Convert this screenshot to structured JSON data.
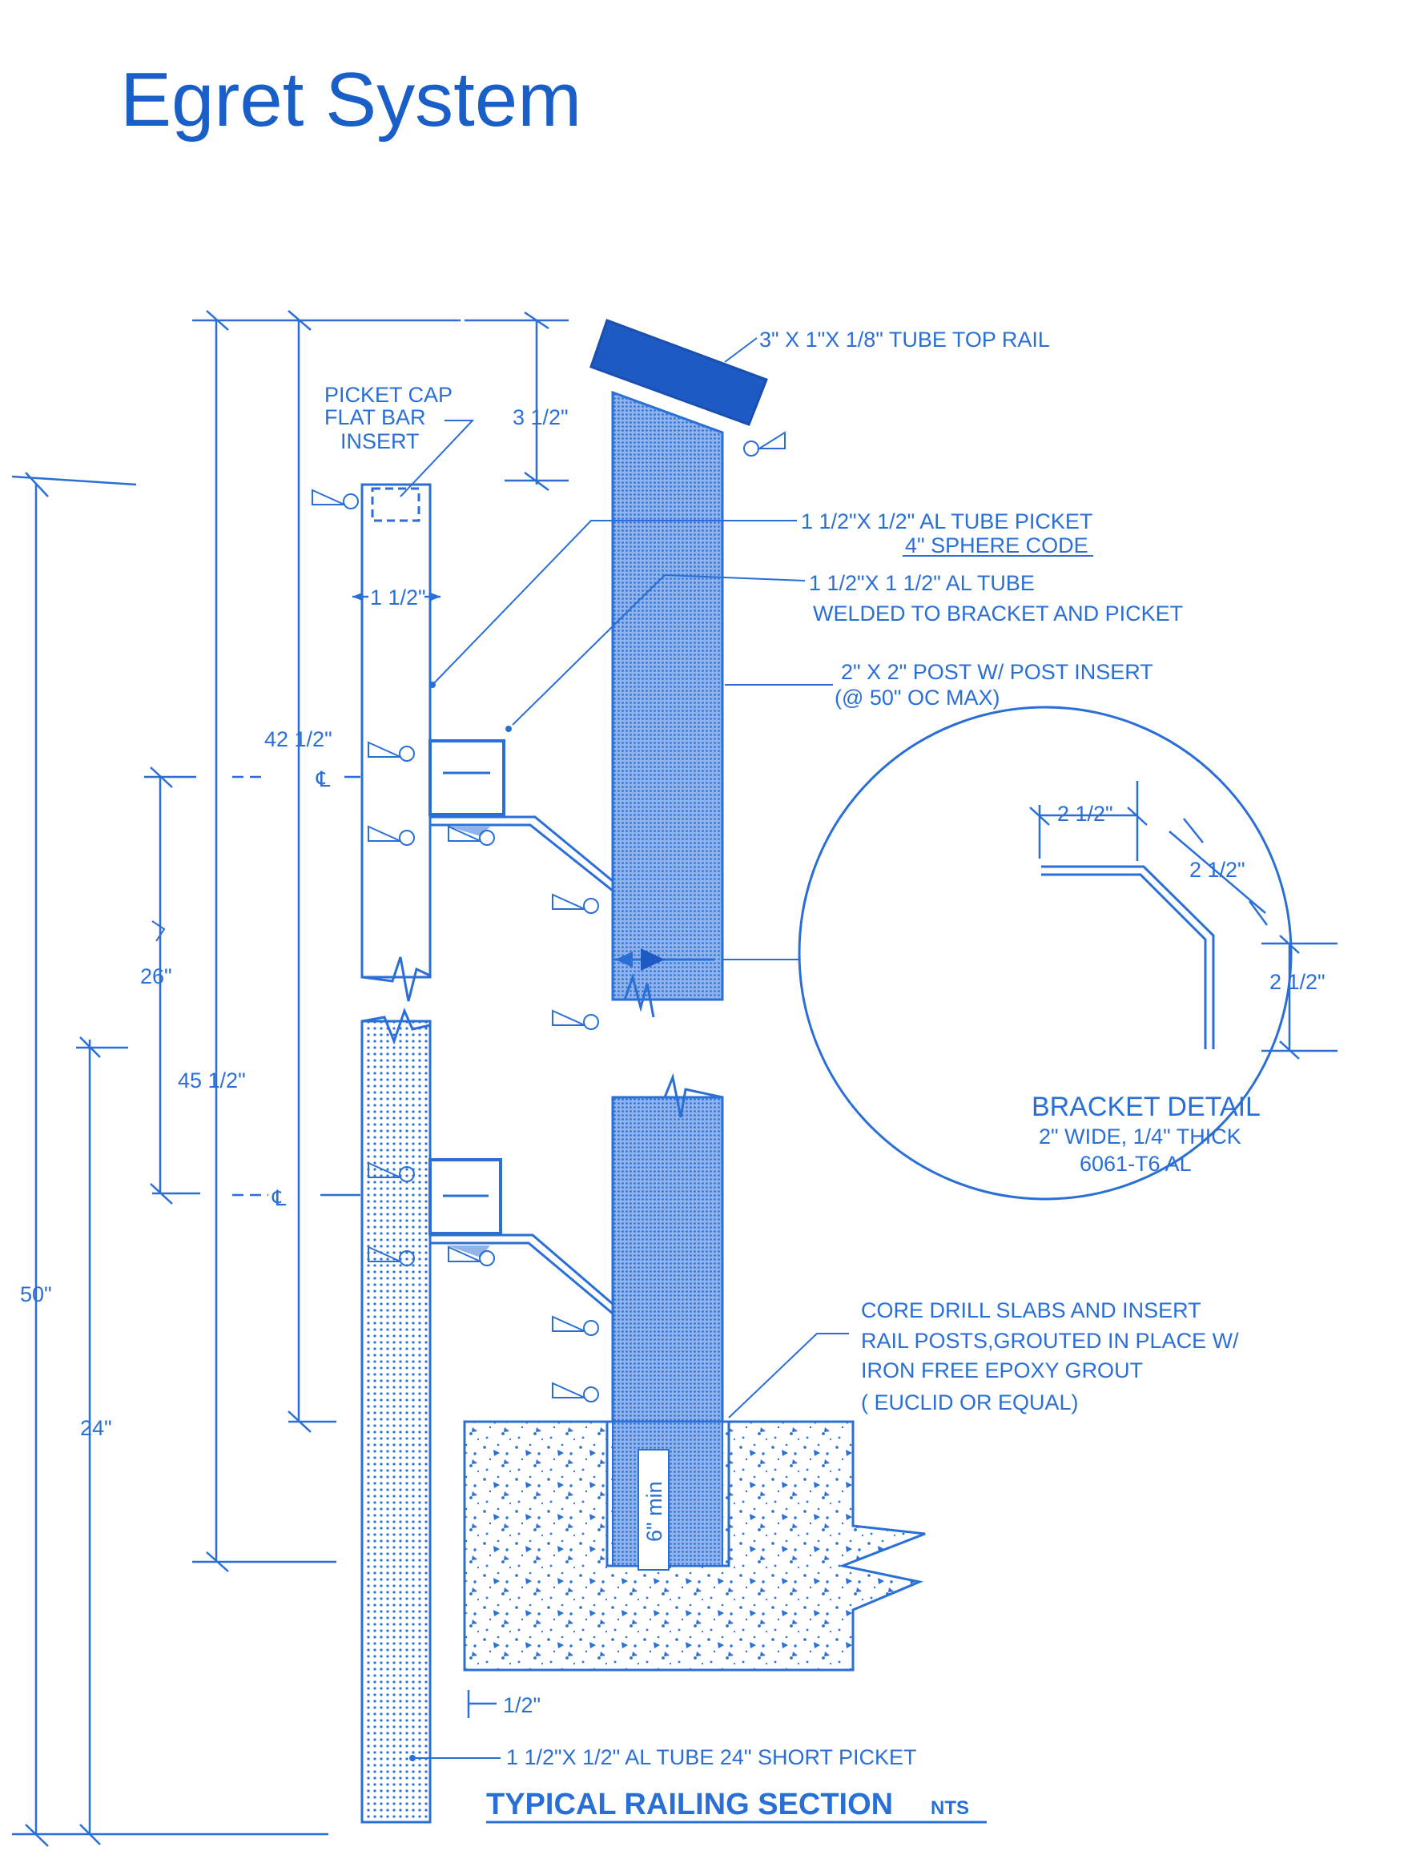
{
  "title": "Egret System",
  "labels": {
    "top_rail": "3\" X 1\"X 1/8\" TUBE TOP RAIL",
    "picket_cap_1": "PICKET CAP",
    "picket_cap_2": "FLAT BAR",
    "picket_cap_3": "INSERT",
    "tube_picket_1": "1 1/2\"X 1/2\" AL TUBE PICKET",
    "tube_picket_2": "4\" SPHERE CODE",
    "al_tube_1": "1 1/2\"X 1 1/2\"  AL TUBE",
    "al_tube_2": "WELDED TO BRACKET AND PICKET",
    "post_1": "2\" X 2\"  POST  W/ POST INSERT",
    "post_2": "(@ 50\"  OC MAX)",
    "core_1": "CORE DRILL SLABS AND INSERT",
    "core_2": "RAIL POSTS,GROUTED IN PLACE W/",
    "core_3": "IRON FREE EPOXY GROUT",
    "core_4": "( EUCLID OR EQUAL)",
    "short_picket": "1 1/2\"X 1/2\"  AL TUBE  24\" SHORT PICKET",
    "section_title": "TYPICAL RAILING SECTION",
    "section_scale": "NTS",
    "embed": "6\" min"
  },
  "dimensions": {
    "d_3_5": "3 1/2\"",
    "d_1_5": "1 1/2\"",
    "d_42_5": "42 1/2\"",
    "d_26": "26\"",
    "d_45_5": "45 1/2\"",
    "d_50": "50\"",
    "d_24": "24\"",
    "d_half": "1/2\"",
    "centerline": "℄"
  },
  "bracket_detail": {
    "title": "BRACKET DETAIL",
    "line_1": "2\" WIDE, 1/4\" THICK",
    "line_2": "6061-T6 AL",
    "dim_a": "2 1/2\"",
    "dim_b": "2 1/2\"",
    "dim_c": "2 1/2\""
  },
  "colors": {
    "title_blue": "#1a5fc8",
    "line_blue": "#2a6fd6",
    "fill_blue": "#7ea7e6",
    "dark_blue": "#1e5ac4"
  }
}
